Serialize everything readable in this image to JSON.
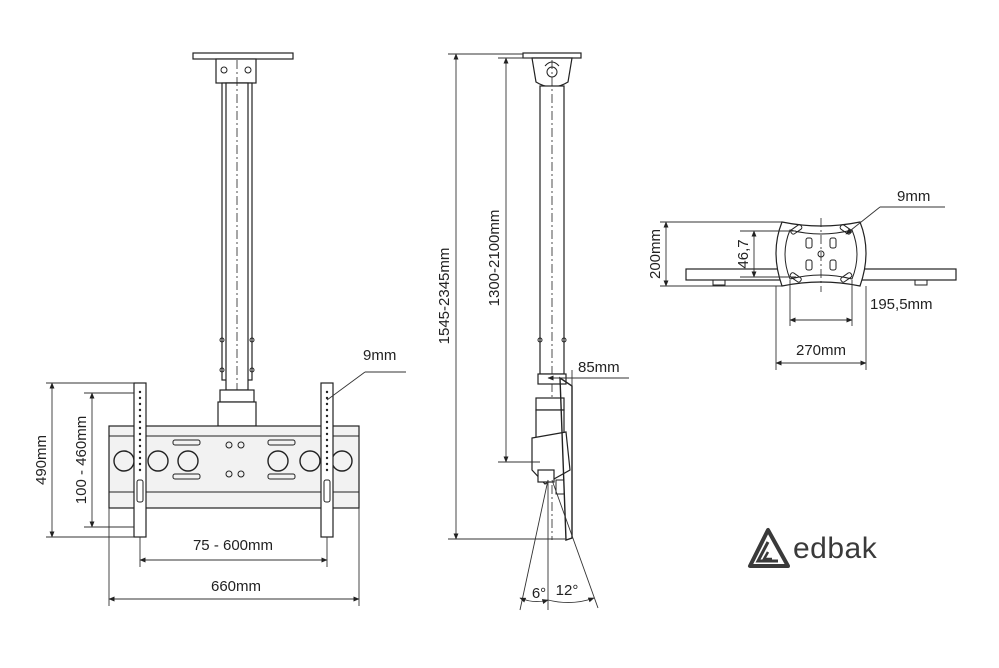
{
  "front_view": {
    "height_total": "490mm",
    "height_vertical_adjust": "100 - 460mm",
    "hole_diameter": "9mm",
    "horizontal_adjust": "75 - 600mm",
    "total_width": "660mm"
  },
  "side_view": {
    "total_length": "1545-2345mm",
    "pole_length": "1300-2100mm",
    "depth": "85mm",
    "tilt_down": "6°",
    "tilt_up": "12°"
  },
  "ceiling_plate": {
    "hole_diameter": "9mm",
    "plate_height": "200mm",
    "hole_spacing_vertical": "46,7",
    "hole_spacing_horizontal": "195,5mm",
    "plate_width": "270mm"
  },
  "brand": {
    "name": "edbak"
  }
}
